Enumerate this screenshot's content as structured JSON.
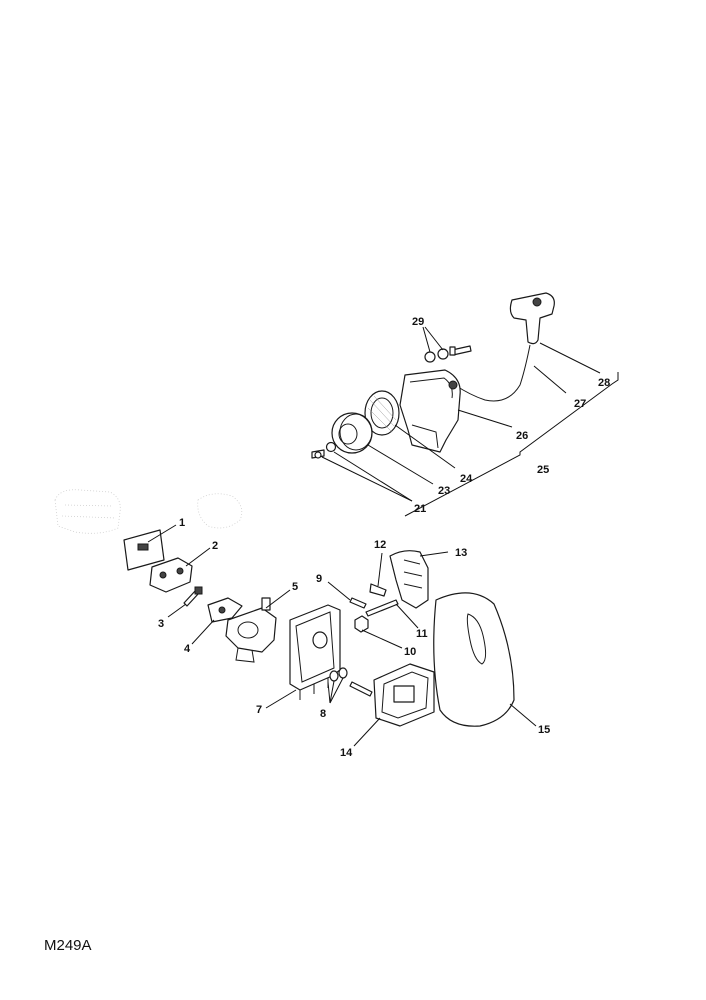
{
  "figure_ref": "M249A",
  "callouts": {
    "c1": "1",
    "c2": "2",
    "c3": "3",
    "c4": "4",
    "c5": "5",
    "c7": "7",
    "c8": "8",
    "c9": "9",
    "c10": "10",
    "c11": "11",
    "c12": "12",
    "c13": "13",
    "c14": "14",
    "c15": "15",
    "c21": "21",
    "c23": "23",
    "c24": "24",
    "c25": "25",
    "c26": "26",
    "c27": "27",
    "c28": "28",
    "c29": "29"
  }
}
